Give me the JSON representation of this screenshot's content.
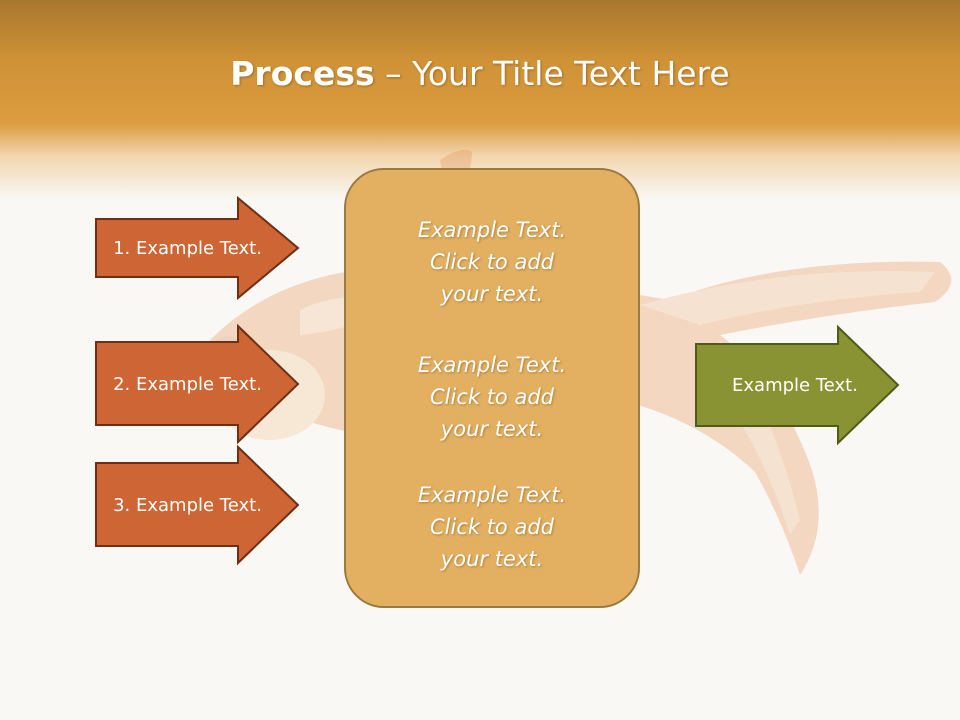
{
  "title": {
    "bold_part": "Process",
    "rest_part": " – Your Title Text Here"
  },
  "left_arrows": [
    {
      "label": "1. Example Text."
    },
    {
      "label": "2. Example Text."
    },
    {
      "label": "3. Example Text."
    }
  ],
  "center_box": {
    "blocks": [
      {
        "line1": "Example Text.",
        "line2": "Click  to add",
        "line3": "your text."
      },
      {
        "line1": "Example Text.",
        "line2": "Click  to add",
        "line3": "your text."
      },
      {
        "line1": "Example Text.",
        "line2": "Click  to add",
        "line3": "your text."
      }
    ]
  },
  "right_arrow": {
    "label": "Example Text."
  },
  "colors": {
    "left_arrow_fill": "#cd6634",
    "left_arrow_border": "#6e2f14",
    "center_box_fill": "#e3b062",
    "right_arrow_fill": "#8a9334",
    "right_arrow_border": "#4f5a1b",
    "header_band": "#dc9c40"
  }
}
